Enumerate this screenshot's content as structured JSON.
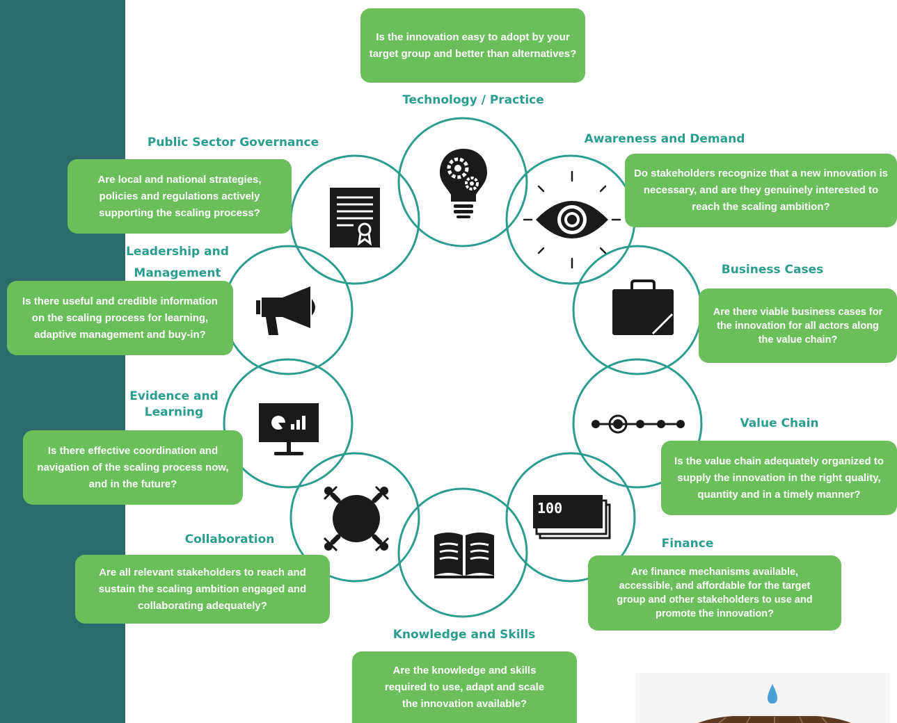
{
  "domains": [
    {
      "label": "Technology / Practice",
      "question": "Is the innovation easy to adopt by your target group and better than alternatives?",
      "icon": "lightbulb-gears-icon"
    },
    {
      "label": "Awareness and Demand",
      "question": "Do stakeholders recognize that a new innovation is necessary, and are they genuinely interested to reach the scaling ambition?",
      "icon": "eye-icon"
    },
    {
      "label": "Business Cases",
      "question": "Are there viable business cases for the innovation for all actors along the value chain?",
      "icon": "briefcase-icon"
    },
    {
      "label": "Value Chain",
      "question": "Is the value chain adequately organized to supply the innovation in the right quality, quantity and in a timely manner?",
      "icon": "value-chain-icon"
    },
    {
      "label": "Finance",
      "question": "Are finance mechanisms available, accessible, and affordable for the target group and other stakeholders to use and promote the innovation?",
      "icon": "banknotes-icon",
      "banknote_text": "100"
    },
    {
      "label": "Knowledge and Skills",
      "question": "Are the knowledge and skills required to use, adapt and scale the innovation available?",
      "icon": "open-book-icon"
    },
    {
      "label": "Collaboration",
      "question": "Are all relevant stakeholders to reach and sustain the scaling ambition engaged and collaborating adequately?",
      "icon": "meeting-table-icon"
    },
    {
      "label": "Evidence and Learning",
      "question": "Is there effective coordination and navigation of the scaling process now, and in the future?",
      "icon": "presentation-board-icon"
    },
    {
      "label": "Leadership and Management",
      "question": "Is there useful and credible information on the scaling process for learning, adaptive management and buy-in?",
      "icon": "megaphone-icon"
    },
    {
      "label": "Public Sector Governance",
      "question": "Are local and national strategies, policies and regulations actively supporting the scaling process?",
      "icon": "certificate-document-icon"
    }
  ],
  "colors": {
    "sidebar": "#2c6a6b",
    "ring": "#2a9d8f",
    "bubble": "#6abf5b",
    "label": "#2a9d8f",
    "icon": "#1a1a1a"
  }
}
